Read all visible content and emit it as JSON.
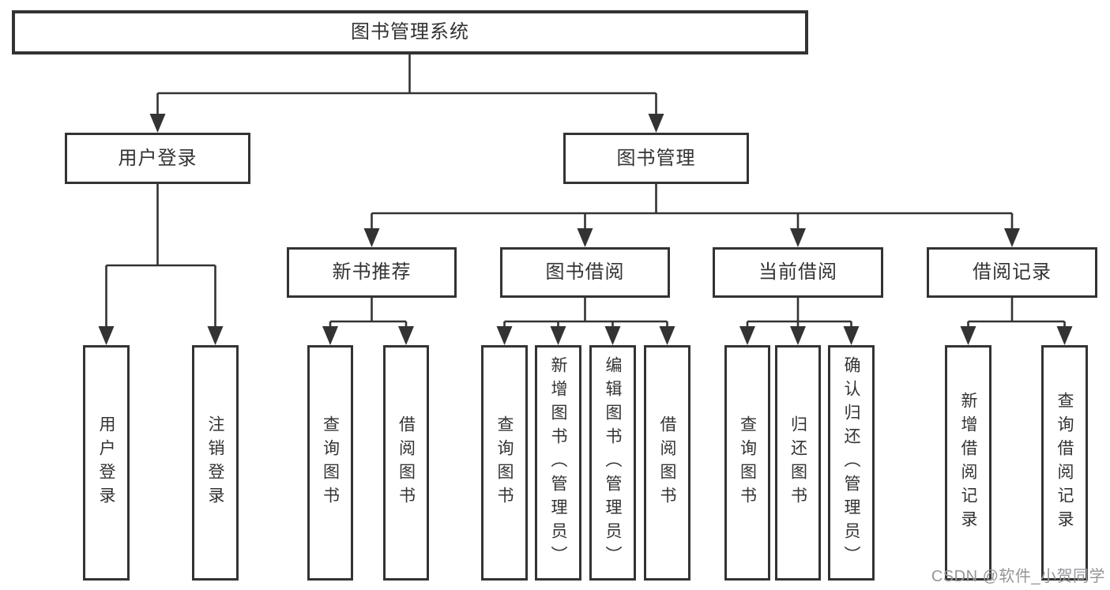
{
  "diagram_type": "tree-diagram",
  "root": {
    "label": "图书管理系统"
  },
  "level1": {
    "user_login": {
      "label": "用户登录"
    },
    "book_mgmt": {
      "label": "图书管理"
    }
  },
  "level2": {
    "new_book": {
      "label": "新书推荐"
    },
    "book_borrow": {
      "label": "图书借阅"
    },
    "current_borrow": {
      "label": "当前借阅"
    },
    "borrow_record": {
      "label": "借阅记录"
    }
  },
  "leaves": {
    "user_login_1": {
      "label": "用户登录"
    },
    "user_login_2": {
      "label": "注销登录"
    },
    "new_book_1": {
      "label": "查询图书"
    },
    "new_book_2": {
      "label": "借阅图书"
    },
    "book_borrow_1": {
      "label": "查询图书"
    },
    "book_borrow_2": {
      "label": "新增图书（管理员）"
    },
    "book_borrow_3": {
      "label": "编辑图书（管理员）"
    },
    "book_borrow_4": {
      "label": "借阅图书"
    },
    "current_borrow_1": {
      "label": "查询图书"
    },
    "current_borrow_2": {
      "label": "归还图书"
    },
    "current_borrow_3": {
      "label": "确认归还（管理员）"
    },
    "borrow_record_1": {
      "label": "新增借阅记录"
    },
    "borrow_record_2": {
      "label": "查询借阅记录"
    }
  },
  "hierarchy": {
    "图书管理系统": [
      "用户登录",
      "图书管理"
    ],
    "用户登录": [
      "用户登录",
      "注销登录"
    ],
    "图书管理": [
      "新书推荐",
      "图书借阅",
      "当前借阅",
      "借阅记录"
    ],
    "新书推荐": [
      "查询图书",
      "借阅图书"
    ],
    "图书借阅": [
      "查询图书",
      "新增图书（管理员）",
      "编辑图书（管理员）",
      "借阅图书"
    ],
    "当前借阅": [
      "查询图书",
      "归还图书",
      "确认归还（管理员）"
    ],
    "借阅记录": [
      "新增借阅记录",
      "查询借阅记录"
    ]
  },
  "watermark": {
    "text": "CSDN @软件_小贺同学"
  },
  "colors": {
    "line": "#333333",
    "text": "#333333",
    "box_bg": "#ffffff",
    "watermark": "#96969a"
  }
}
